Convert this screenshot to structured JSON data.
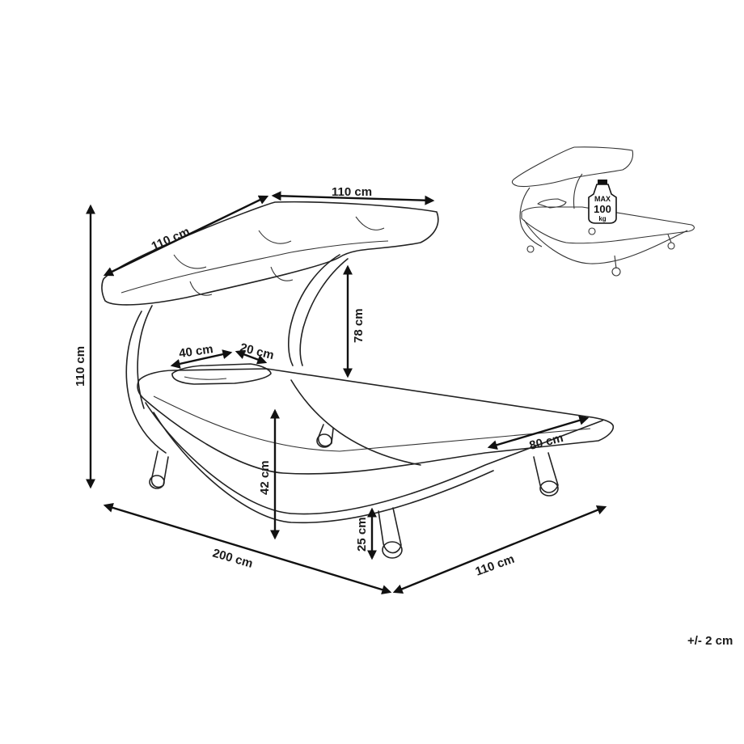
{
  "dimensions": {
    "canopy_width": "110 cm",
    "canopy_depth": "110 cm",
    "total_height": "110 cm",
    "canopy_clearance": "78 cm",
    "pillow_width": "40 cm",
    "pillow_depth": "20 cm",
    "seat_height": "42 cm",
    "leg_height": "25 cm",
    "bed_length": "200 cm",
    "bed_width": "110 cm",
    "mattress_width": "80 cm"
  },
  "weight_badge": {
    "line1": "MAX",
    "line2": "100",
    "line3": "kg"
  },
  "tolerance": "+/- 2 cm"
}
